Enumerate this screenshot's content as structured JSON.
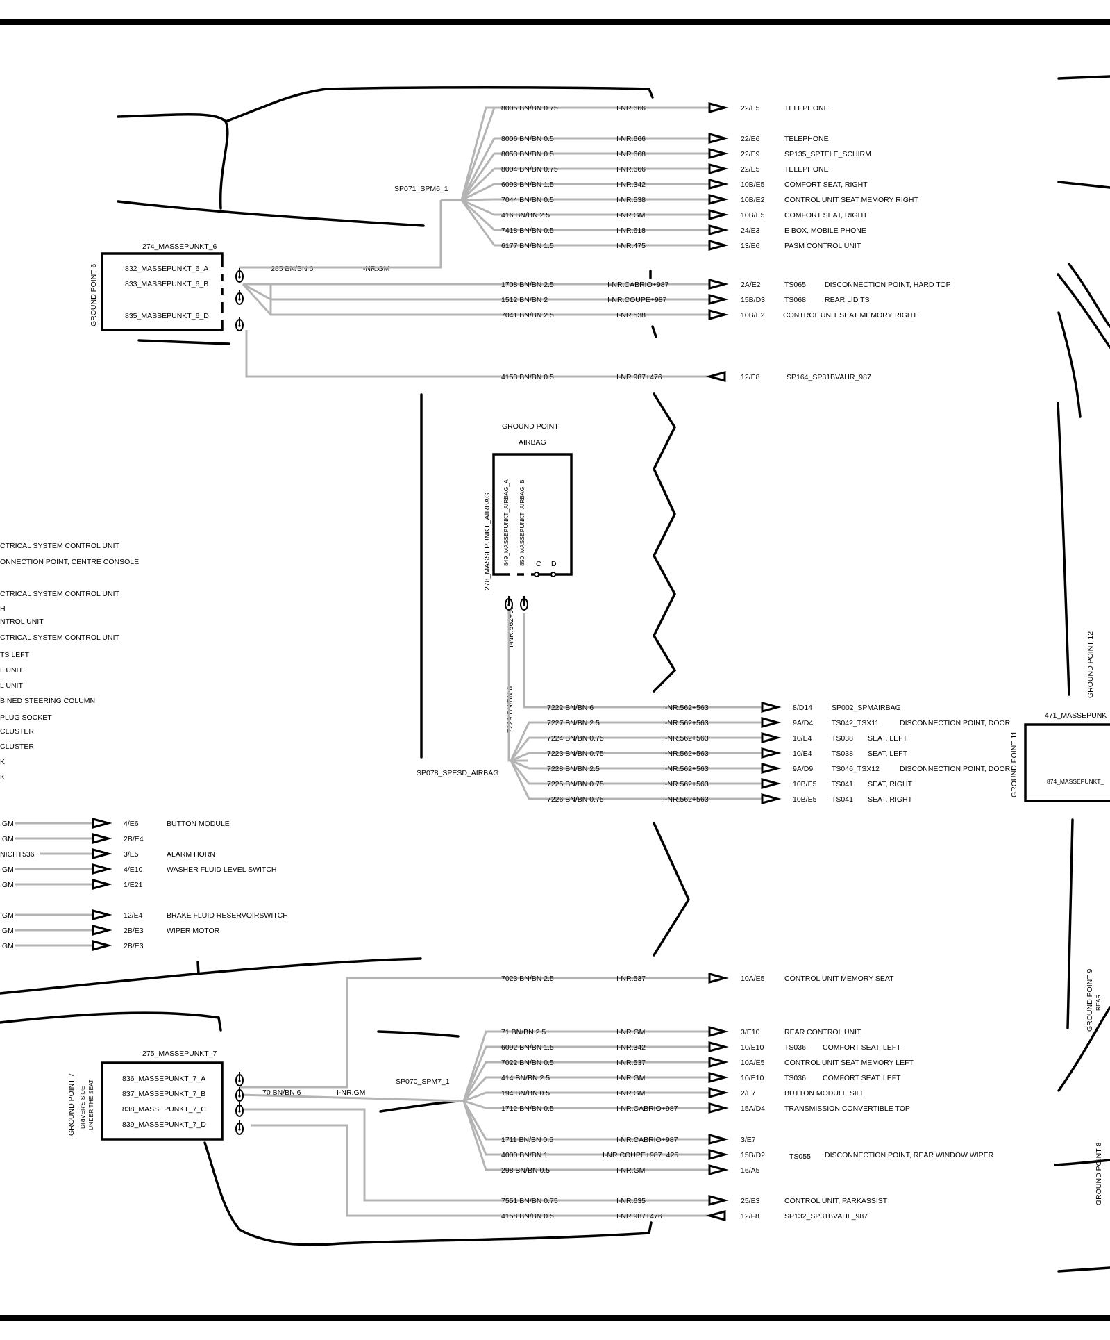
{
  "ground_points": {
    "gp6": {
      "label": "GROUND POINT 6",
      "title": "274_MASSEPUNKT_6",
      "pins": [
        "832_MASSEPUNKT_6_A",
        "833_MASSEPUNKT_6_B",
        "835_MASSEPUNKT_6_D"
      ]
    },
    "gp7": {
      "label": "GROUND POINT 7",
      "sub1": "DRIVER'S SIDE",
      "sub2": "UNDER THE SEAT",
      "title": "275_MASSEPUNKT_7",
      "pins": [
        "836_MASSEPUNKT_7_A",
        "837_MASSEPUNKT_7_B",
        "838_MASSEPUNKT_7_C",
        "839_MASSEPUNKT_7_D"
      ]
    },
    "airbag": {
      "heading1": "GROUND POINT",
      "heading2": "AIRBAG",
      "side": "278_MASSEPUNKT_AIRBAG",
      "pin_a": "849_MASSEPUNKT_AIRBAG_A",
      "pin_b": "850_MASSEPUNKT_AIRBAG_B",
      "pin_c": "C",
      "pin_d": "D"
    },
    "gp11": {
      "label": "GROUND POINT 11",
      "title": "471_MASSEPUNK",
      "pin": "874_MASSEPUNKT_"
    },
    "gp12": {
      "label": "GROUND POINT 12"
    },
    "gp9": {
      "label": "GROUND POINT 9",
      "sub": "REAR"
    },
    "gp8": {
      "label": "GROUND POINT 8"
    }
  },
  "splices": {
    "spm6": "SP071_SPM6_1",
    "spm7": "SP070_SPM7_1",
    "airbag": "SP078_SPESD_AIRBAG"
  },
  "gp6_feed": {
    "wire": "285 BN/BN 6",
    "inr": "I-NR.GM"
  },
  "gp7_feed": {
    "wire": "70 BN/BN 6",
    "inr": "I-NR.GM"
  },
  "airbag_feed": {
    "wire1": "I-NR.562+563",
    "wire2": "7229 BN/BN 6"
  },
  "rows_top": [
    {
      "wire": "8005 BN/BN 0.75",
      "inr": "I-NR.666",
      "ref": "22/E5",
      "desc": "TELEPHONE"
    },
    {
      "wire": "8006 BN/BN 0.5",
      "inr": "I-NR.666",
      "ref": "22/E6",
      "desc": "TELEPHONE"
    },
    {
      "wire": "8053 BN/BN 0.5",
      "inr": "I-NR.668",
      "ref": "22/E9",
      "desc": "SP135_SPTELE_SCHIRM"
    },
    {
      "wire": "8004 BN/BN 0.75",
      "inr": "I-NR.666",
      "ref": "22/E5",
      "desc": "TELEPHONE"
    },
    {
      "wire": "6093 BN/BN 1.5",
      "inr": "I-NR.342",
      "ref": "10B/E5",
      "desc": "COMFORT SEAT, RIGHT"
    },
    {
      "wire": "7044 BN/BN 0.5",
      "inr": "I-NR.538",
      "ref": "10B/E2",
      "desc": "CONTROL UNIT SEAT  MEMORY  RIGHT"
    },
    {
      "wire": "416 BN/BN 2.5",
      "inr": "I-NR.GM",
      "ref": "10B/E5",
      "desc": "COMFORT SEAT, RIGHT"
    },
    {
      "wire": "7418 BN/BN 0.5",
      "inr": "I-NR.618",
      "ref": "24/E3",
      "desc": "E BOX, MOBILE PHONE"
    },
    {
      "wire": "6177 BN/BN 1.5",
      "inr": "I-NR.475",
      "ref": "13/E6",
      "desc": "PASM CONTROL UNIT"
    },
    {
      "wire": "1708 BN/BN 2.5",
      "inr": "I-NR.CABRIO+987",
      "ref": "2A/E2",
      "ts": "TS065",
      "desc": "DISCONNECTION POINT, HARD TOP"
    },
    {
      "wire": "1512 BN/BN 2",
      "inr": "I-NR.COUPE+987",
      "ref": "15B/D3",
      "ts": "TS068",
      "desc": "REAR LID TS"
    },
    {
      "wire": "7041 BN/BN 2.5",
      "inr": "I-NR.538",
      "ref": "10B/E2",
      "desc": "CONTROL UNIT  SEAT  MEMORY  RIGHT"
    },
    {
      "wire": "4153 BN/BN 0.5",
      "inr": "I-NR.987+476",
      "ref": "12/E8",
      "desc": "SP164_SP31BVAHR_987"
    }
  ],
  "rows_airbag": [
    {
      "wire": "7222 BN/BN 6",
      "inr": "I-NR.562+563",
      "ref": "8/D14",
      "ts": "SP002_SPMAIRBAG",
      "desc": ""
    },
    {
      "wire": "7227 BN/BN 2.5",
      "inr": "I-NR.562+563",
      "ref": "9A/D4",
      "ts": "TS042_TSX11",
      "desc": "DISCONNECTION POINT, DOOR"
    },
    {
      "wire": "7224 BN/BN 0.75",
      "inr": "I-NR.562+563",
      "ref": "10/E4",
      "ts": "TS038",
      "desc": "SEAT, LEFT"
    },
    {
      "wire": "7223 BN/BN 0.75",
      "inr": "I-NR.562+563",
      "ref": "10/E4",
      "ts": "TS038",
      "desc": "SEAT, LEFT"
    },
    {
      "wire": "7228 BN/BN 2.5",
      "inr": "I-NR.562+563",
      "ref": "9A/D9",
      "ts": "TS046_TSX12",
      "desc": "DISCONNECTION POINT, DOOR"
    },
    {
      "wire": "7225 BN/BN 0.75",
      "inr": "I-NR.562+563",
      "ref": "10B/E5",
      "ts": "TS041",
      "desc": "SEAT, RIGHT"
    },
    {
      "wire": "7226 BN/BN 0.75",
      "inr": "I-NR.562+563",
      "ref": "10B/E5",
      "ts": "TS041",
      "desc": "SEAT, RIGHT"
    }
  ],
  "rows_bottom": [
    {
      "wire": "7023 BN/BN 2.5",
      "inr": "I-NR.537",
      "ref": "10A/E5",
      "desc": "CONTROL UNIT   MEMORY  SEAT"
    },
    {
      "wire": "71 BN/BN 2.5",
      "inr": "I-NR.GM",
      "ref": "3/E10",
      "desc": "REAR CONTROL UNIT"
    },
    {
      "wire": "6092 BN/BN 1.5",
      "inr": "I-NR.342",
      "ref": "10/E10",
      "ts": "TS036",
      "desc": "COMFORT SEAT, LEFT"
    },
    {
      "wire": "7022 BN/BN 0.5",
      "inr": "I-NR.537",
      "ref": "10A/E5",
      "desc": "CONTROL UNIT  SEAT  MEMORY  LEFT"
    },
    {
      "wire": "414 BN/BN 2.5",
      "inr": "I-NR.GM",
      "ref": "10/E10",
      "ts": "TS036",
      "desc": "COMFORT SEAT, LEFT"
    },
    {
      "wire": "194 BN/BN 0.5",
      "inr": "I-NR.GM",
      "ref": "2/E7",
      "desc": "BUTTON  MODULE  SILL"
    },
    {
      "wire": "1712 BN/BN 0.5",
      "inr": "I-NR.CABRIO+987",
      "ref": "15A/D4",
      "desc": "TRANSMISSION  CONVERTIBLE TOP"
    },
    {
      "wire": "1711 BN/BN 0.5",
      "inr": "I-NR.CABRIO+987",
      "ref": "3/E7",
      "desc": ""
    },
    {
      "wire": "4000 BN/BN 1",
      "inr": "I-NR.COUPE+987+425",
      "ref": "15B/D2",
      "ts": "TS055",
      "desc": "DISCONNECTION POINT, REAR WINDOW WIPER"
    },
    {
      "wire": "298 BN/BN 0.5",
      "inr": "I-NR.GM",
      "ref": "16/A5",
      "desc": ""
    },
    {
      "wire": "7551 BN/BN 0.75",
      "inr": "I-NR.635",
      "ref": "25/E3",
      "desc": "CONTROL UNIT, PARKASSIST"
    },
    {
      "wire": "4158 BN/BN 0.5",
      "inr": "I-NR.987+476",
      "ref": "12/F8",
      "desc": "SP132_SP31BVAHL_987"
    }
  ],
  "left_list": [
    "CTRICAL SYSTEM  CONTROL UNIT",
    "ONNECTION POINT, CENTRE CONSOLE",
    "CTRICAL SYSTEM  CONTROL UNIT",
    "H",
    "NTROL UNIT",
    "CTRICAL SYSTEM   CONTROL UNIT",
    "TS  LEFT",
    "L UNIT",
    "L UNIT",
    "BINED STEERING COLUMN",
    "PLUG SOCKET",
    "CLUSTER",
    "CLUSTER",
    "K",
    "K"
  ],
  "left_rows": [
    {
      "wire": ".GM",
      "ref": "4/E6",
      "desc": "BUTTON     MODULE"
    },
    {
      "wire": ".GM",
      "ref": "2B/E4",
      "desc": ""
    },
    {
      "wire": "NICHT536",
      "ref": "3/E5",
      "desc": "ALARM HORN"
    },
    {
      "wire": ".GM",
      "ref": "4/E10",
      "desc": "WASHER FLUID LEVEL  SWITCH"
    },
    {
      "wire": ".GM",
      "ref": "1/E21",
      "desc": ""
    },
    {
      "wire": ".GM",
      "ref": "12/E4",
      "desc": "BRAKE FLUID RESERVOIRSWITCH"
    },
    {
      "wire": ".GM",
      "ref": "2B/E3",
      "desc": "WIPER MOTOR"
    },
    {
      "wire": ".GM",
      "ref": "2B/E3",
      "desc": ""
    }
  ]
}
